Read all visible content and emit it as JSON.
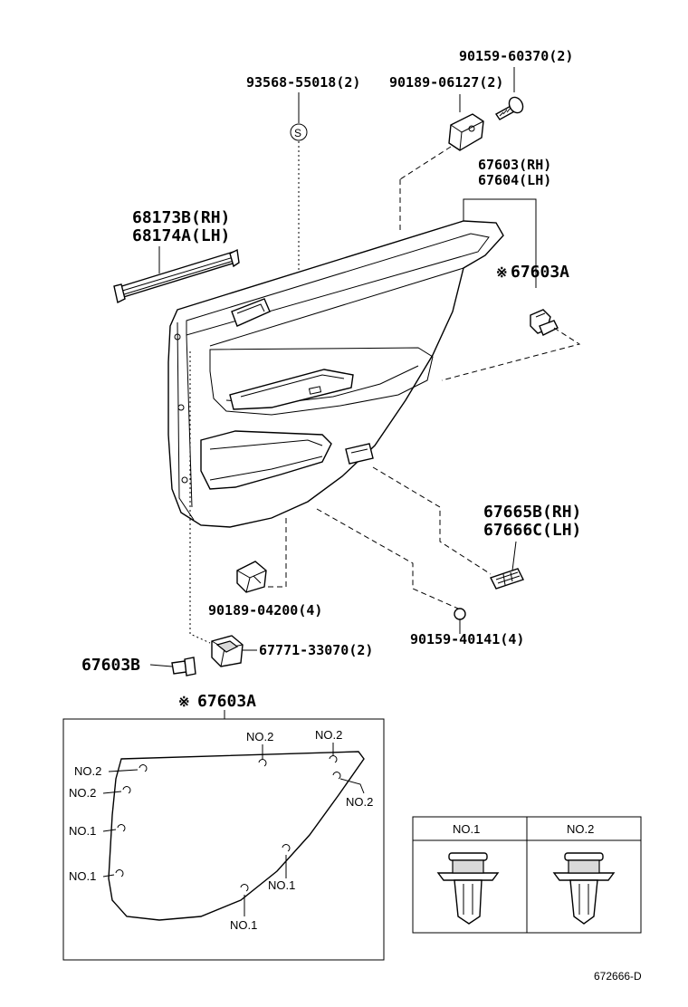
{
  "labels": {
    "p90159_60370": "90159-60370(2)",
    "p93568_55018": "93568-55018(2)",
    "p90189_06127": "90189-06127(2)",
    "p67603": "67603(RH)",
    "p67604": "67604(LH)",
    "p68173B": "68173B(RH)",
    "p68174A": "68174A(LH)",
    "p67603A_top": "67603A",
    "p67665B": "67665B(RH)",
    "p67666C": "67666C(LH)",
    "p90189_04200": "90189-04200(4)",
    "p90159_40141": "90159-40141(4)",
    "p67603B": "67603B",
    "p67771_33070": "67771-33070(2)",
    "p67603A_detail": "67603A",
    "asterisk": "※",
    "s_symbol": "S",
    "doc_code": "672666-D"
  },
  "detail_clips": [
    {
      "text": "NO.2"
    },
    {
      "text": "NO.2"
    },
    {
      "text": "NO.2"
    },
    {
      "text": "NO.2"
    },
    {
      "text": "NO.2"
    },
    {
      "text": "NO.1"
    },
    {
      "text": "NO.1"
    },
    {
      "text": "NO.1"
    },
    {
      "text": "NO.1"
    }
  ],
  "legend": {
    "col1": "NO.1",
    "col2": "NO.2"
  }
}
